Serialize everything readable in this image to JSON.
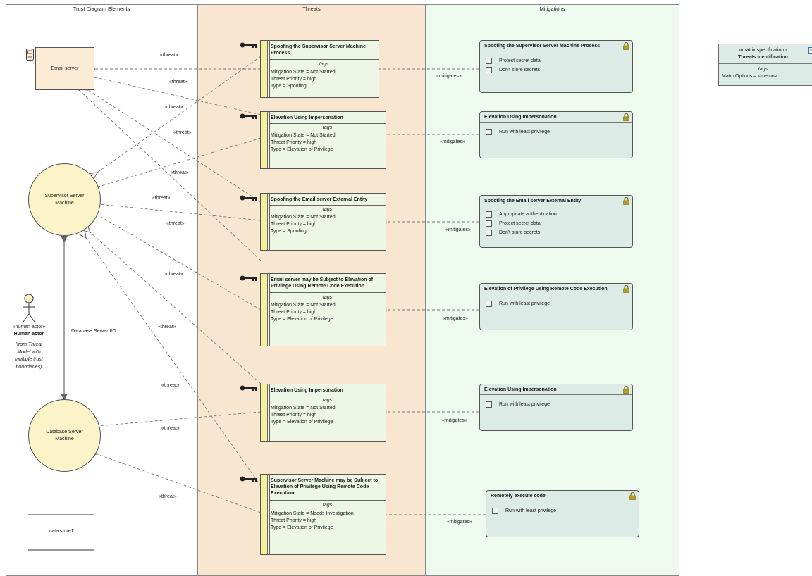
{
  "lanes": {
    "trust": "Trust Diagram Elements",
    "threats": "Threats",
    "mitigations": "Mitigations"
  },
  "elements": {
    "email_server": "Email server",
    "supervisor": "Supervisor Server Machine",
    "database": "Database Server Machine",
    "human_stereotype": "«human actor»",
    "human_name": "Human actor",
    "human_note": "(from Threat Model with multiple trust boundaries)",
    "data_store": "data store1",
    "db_io": "Database Server I/O"
  },
  "connectors": {
    "threat": "«threat»",
    "mitigates": "«mitigates»"
  },
  "threats": [
    {
      "title": "Spoofing the Supervisor Server Machine Process",
      "tags": "tags",
      "state": "Mitigation State = Not Started",
      "priority": "Threat Priority = high",
      "type": "Type = Spoofing"
    },
    {
      "title": "Elevation Using Impersonation",
      "tags": "tags",
      "state": "Mitigation State = Not Started",
      "priority": "Threat Priority = high",
      "type": "Type = Elevation of Privilege"
    },
    {
      "title": "Spoofing the Email server External Entity",
      "tags": "tags",
      "state": "Mitigation State = Not Started",
      "priority": "Threat Priority = high",
      "type": "Type = Spoofing"
    },
    {
      "title": "Email server may be Subject to Elevation of Privilege Using Remote Code Execution",
      "tags": "tags",
      "state": "Mitigation State = Not Started",
      "priority": "Threat Priority = high",
      "type": "Type = Elevation of Privilege"
    },
    {
      "title": "Elevation Using Impersonation",
      "tags": "tags",
      "state": "Mitigation State = Not Started",
      "priority": "Threat Priority = high",
      "type": "Type = Elevation of Privilege"
    },
    {
      "title": "Supervisor Server Machine may be Subject to Elevation of Privilege Using Remote Code Execution",
      "tags": "tags",
      "state": "Mitigation State = Needs Investigation",
      "priority": "Threat Priority = high",
      "type": "Type = Elevation of Privilege"
    }
  ],
  "mitigations": [
    {
      "title": "Spoofing the Supervisor Server Machine Process",
      "items": [
        "Protect secret data",
        "Don't store secrets"
      ]
    },
    {
      "title": "Elevation Using Impersonation",
      "items": [
        "Run with least privilege"
      ]
    },
    {
      "title": "Spoofing the Email server External Entity",
      "items": [
        "Appropriate authentication",
        "Protect secret data",
        "Don't store secrets"
      ]
    },
    {
      "title": "Elevation of Privilege Using Remote Code Execution",
      "items": [
        "Run with least privilege"
      ]
    },
    {
      "title": "Elevation Using Impersonation",
      "items": [
        "Run with least privilege"
      ]
    },
    {
      "title": "Remotely execute code",
      "items": [
        "Run with least privilege"
      ]
    }
  ],
  "matrix_spec": {
    "stereotype": "«matrix specification»",
    "title": "Threats identification",
    "tags": "tags",
    "options": "MatrixOptions = <memo>"
  },
  "colors": {
    "threats_lane": "#f8e6d1",
    "mitigations_lane": "#eefaee",
    "threat_body": "#eef7e6",
    "mitigation_body": "#dcebe6",
    "actor": "#fdf3c9",
    "email_server": "#fcebd5"
  }
}
